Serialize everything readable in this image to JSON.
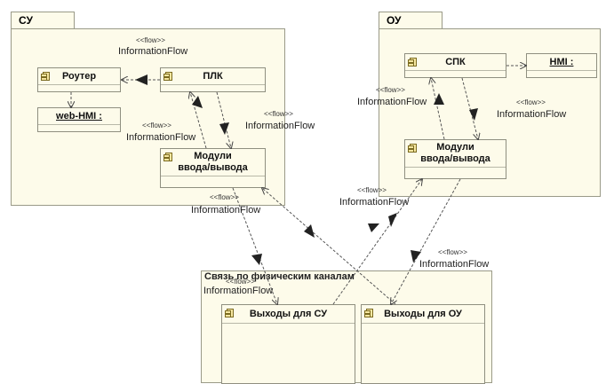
{
  "packages": {
    "su": "СУ",
    "ou": "ОУ",
    "link": "Связь по физическим каналам"
  },
  "components": {
    "router": "Роутер",
    "plc": "ПЛК",
    "web_hmi": "web-HMI :",
    "io_modules_su": "Модули\nввода/вывода",
    "spk": "СПК",
    "hmi": "HMI :",
    "io_modules_ou": "Модули\nввода/вывода",
    "outputs_su": "Выходы для СУ",
    "outputs_ou": "Выходы для ОУ"
  },
  "flow": {
    "stereotype": "<<flow>>",
    "name": "InformationFlow"
  }
}
